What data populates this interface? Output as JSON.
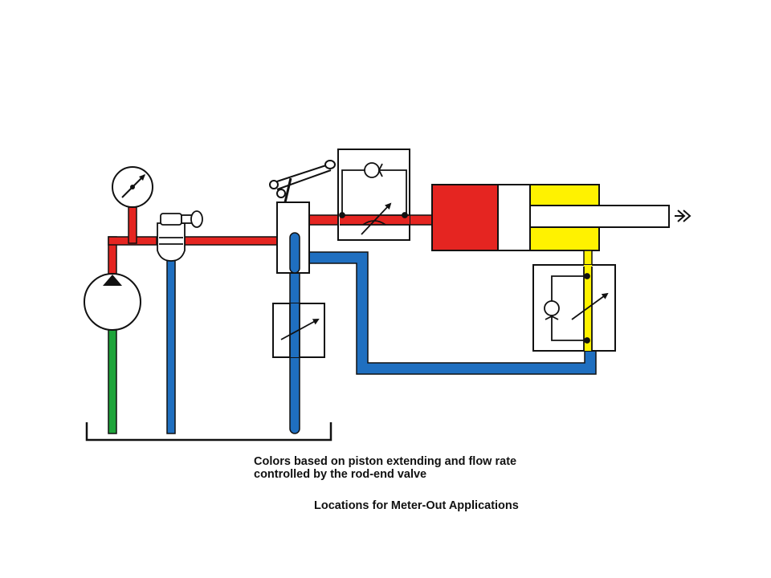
{
  "captions": {
    "line1": "Colors based on piston extending and flow rate",
    "line2": "controlled by the rod-end valve",
    "subtitle": "Locations for Meter-Out Applications"
  },
  "colors": {
    "pressure_line": "#e52521",
    "return_line": "#1f6fc0",
    "suction_line": "#1ea43a",
    "rod_side_fluid": "#fff200",
    "outline": "#111111"
  },
  "components": [
    "pump",
    "pressure-gauge",
    "relief-valve",
    "directional-control-valve",
    "cap-end-flow-control-valve",
    "rod-end-flow-control-valve",
    "return-flow-control-valve",
    "hydraulic-cylinder",
    "reservoir"
  ]
}
